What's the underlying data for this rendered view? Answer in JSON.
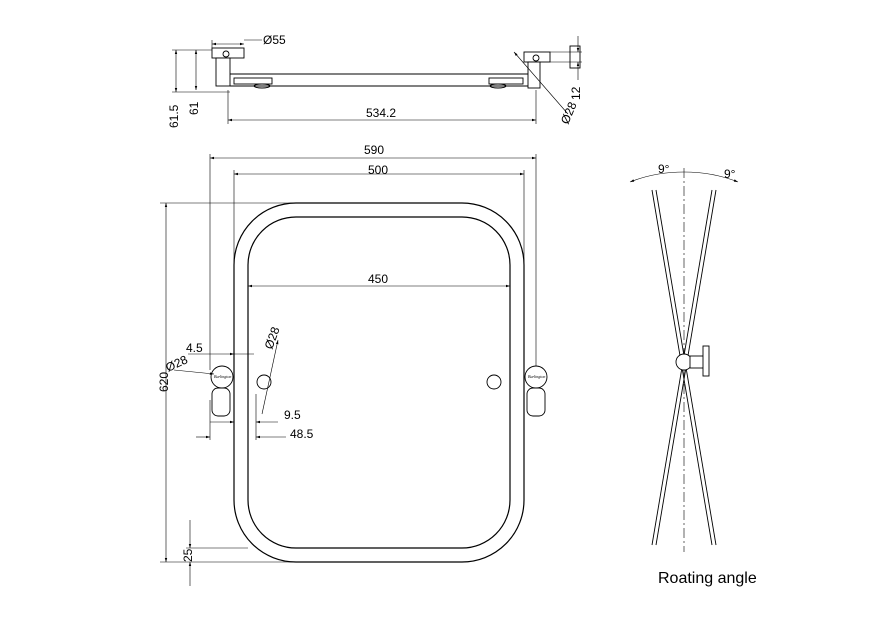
{
  "dimensions": {
    "bracket_diameter": "Ø55",
    "depth_outer": "61.5",
    "depth_inner": "61",
    "bar_length": "534.2",
    "pivot_offset": "12",
    "pivot_diameter_top": "Ø28",
    "overall_width": "590",
    "frame_width": "500",
    "glass_width": "450",
    "overall_height": "620",
    "bottom_offset": "25",
    "bracket_gap": "4.5",
    "bracket_diameter_left": "Ø28",
    "knob_diameter": "Ø28",
    "knob_offset": "9.5",
    "knob_center": "48.5",
    "angle_left": "9°",
    "angle_right": "9°"
  },
  "logo_text": "Burlington",
  "caption": "Roating angle"
}
